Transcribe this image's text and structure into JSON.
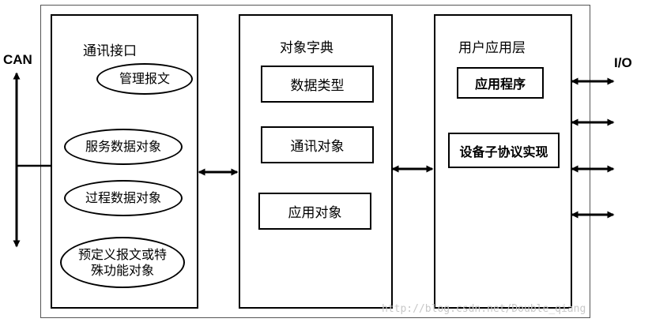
{
  "labels": {
    "can": "CAN",
    "io": "I/O"
  },
  "panels": {
    "comm": {
      "title": "通讯接口",
      "items": [
        "管理报文",
        "服务数据对象",
        "过程数据对象"
      ],
      "special_line1": "预定义报文或特",
      "special_line2": "殊功能对象"
    },
    "dict": {
      "title": "对象字典",
      "items": [
        "数据类型",
        "通讯对象",
        "应用对象"
      ]
    },
    "app": {
      "title": "用户应用层",
      "items": [
        "应用程序",
        "设备子协议实现"
      ]
    }
  },
  "watermark": "http://blog.csdn.net/Double_qiang"
}
